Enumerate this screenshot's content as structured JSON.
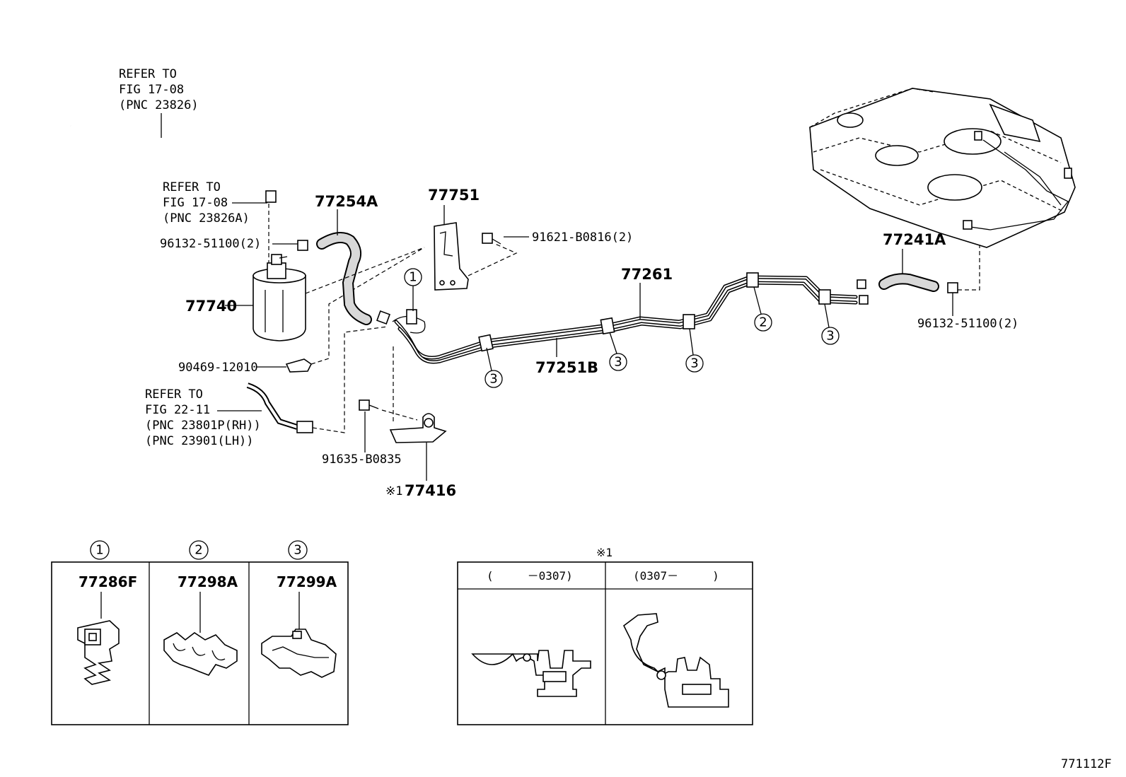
{
  "refs": {
    "ref1": {
      "line1": "REFER TO",
      "line2": "FIG 17-08",
      "line3": "(PNC 23826)"
    },
    "ref2": {
      "line1": "REFER TO",
      "line2": "FIG 17-08",
      "line3": "(PNC 23826A)"
    },
    "ref3": {
      "line1": "REFER TO",
      "line2": "FIG 22-11",
      "line3": "(PNC 23801P(RH))",
      "line4": "(PNC 23901(LH))"
    }
  },
  "parts": {
    "p77254A": "77254A",
    "p77751": "77751",
    "p91621": "91621-B0816(2)",
    "p96132_left": "96132-51100(2)",
    "p77740": "77740",
    "p90469": "90469-12010",
    "p91635": "91635-B0835",
    "p77416": "77416",
    "p77416_mark": "※1",
    "p77261": "77261",
    "p77251B": "77251B",
    "p77241A": "77241A",
    "p96132_right": "96132-51100(2)"
  },
  "callouts": {
    "c1": "1",
    "c2": "2",
    "c3": "3"
  },
  "legend": {
    "items": [
      {
        "num": "1",
        "part": "77286F"
      },
      {
        "num": "2",
        "part": "77298A"
      },
      {
        "num": "3",
        "part": "77299A"
      }
    ]
  },
  "variants": {
    "mark": "※1",
    "col1": "(　　　－0307)",
    "col2": "(0307－　　　)"
  },
  "figure_id": "771112F"
}
